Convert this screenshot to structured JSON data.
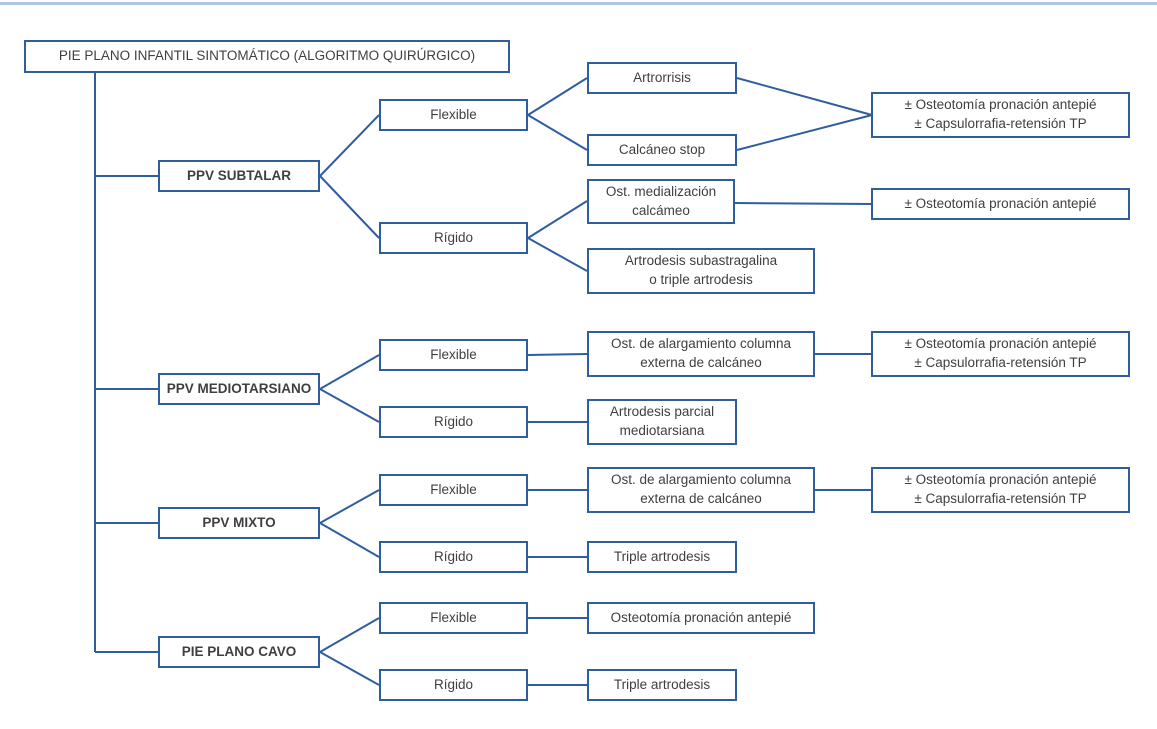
{
  "colors": {
    "accent": "#2f5d9e",
    "top_bar": "#b0c4e4",
    "text": "#3f3f3f"
  },
  "title": "PIE PLANO INFANTIL SINTOMÁTICO (ALGORITMO QUIRÚRGICO)",
  "sections": [
    {
      "label": "PPV SUBTALAR",
      "flexible": {
        "label": "Flexible",
        "procedures": [
          "Artrorrisis",
          "Calcáneo stop"
        ],
        "adjunct": "± Osteotomía pronación antepié\n± Capsulorrafia-retensión TP"
      },
      "rigido": {
        "label": "Rígido",
        "procedures": [
          "Ost. medialización\ncalcámeo",
          "Artrodesis subastragalina\no triple artrodesis"
        ],
        "adjunct": "± Osteotomía pronación antepié"
      }
    },
    {
      "label": "PPV MEDIOTARSIANO",
      "flexible": {
        "label": "Flexible",
        "procedures": [
          "Ost. de alargamiento columna\nexterna de calcáneo"
        ],
        "adjunct": "± Osteotomía pronación antepié\n± Capsulorrafia-retensión TP"
      },
      "rigido": {
        "label": "Rígido",
        "procedures": [
          "Artrodesis parcial\nmediotarsiana"
        ]
      }
    },
    {
      "label": "PPV MIXTO",
      "flexible": {
        "label": "Flexible",
        "procedures": [
          "Ost. de alargamiento columna\nexterna de calcáneo"
        ],
        "adjunct": "± Osteotomía pronación antepié\n± Capsulorrafia-retensión TP"
      },
      "rigido": {
        "label": "Rígido",
        "procedures": [
          "Triple artrodesis"
        ]
      }
    },
    {
      "label": "PIE PLANO CAVO",
      "flexible": {
        "label": "Flexible",
        "procedures": [
          "Osteotomía pronación antepié"
        ]
      },
      "rigido": {
        "label": "Rígido",
        "procedures": [
          "Triple artrodesis"
        ]
      }
    }
  ]
}
